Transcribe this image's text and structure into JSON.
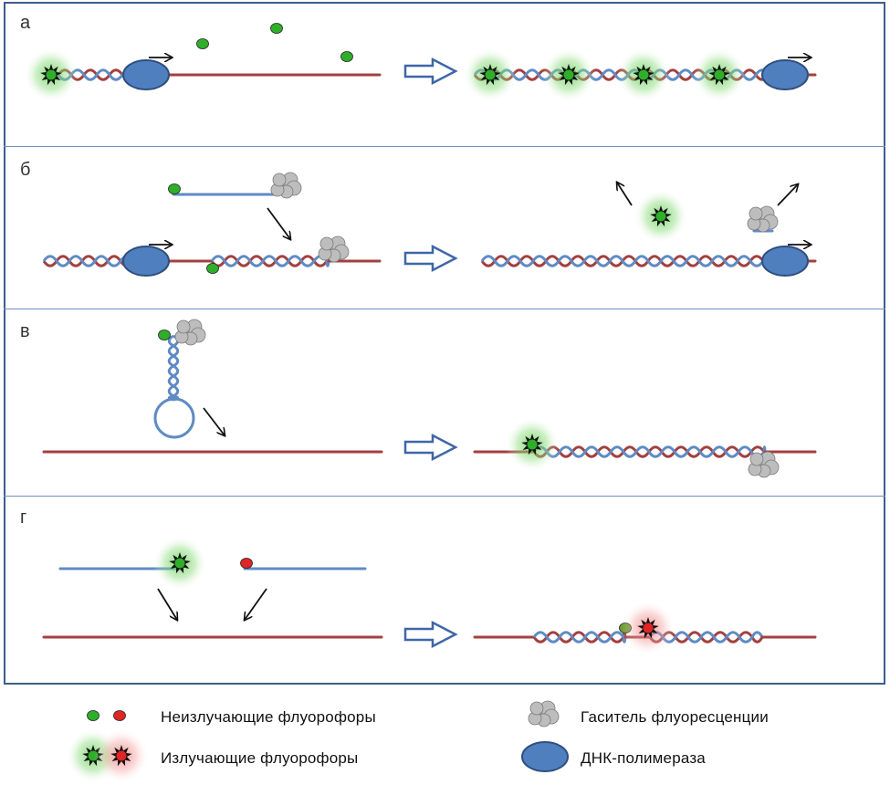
{
  "panels": [
    {
      "letter": "а"
    },
    {
      "letter": "б"
    },
    {
      "letter": "в"
    },
    {
      "letter": "г"
    }
  ],
  "legend": {
    "non_emitting_fluorophores": "Неизлучающие флуорофоры",
    "emitting_fluorophores": "Излучающие флуорофоры",
    "quencher": "Гаситель флуоресценции",
    "dna_polymerase": "ДНК-полимераза"
  },
  "colors": {
    "template_strand": "#a3403f",
    "probe_strand": "#5f8bc4",
    "fluorophore_green": "#2fae2a",
    "fluorophore_red": "#e02525",
    "polymerase": "#4f7fbf",
    "quencher": "#bdbdbd",
    "frame": "#3e5e8c"
  }
}
